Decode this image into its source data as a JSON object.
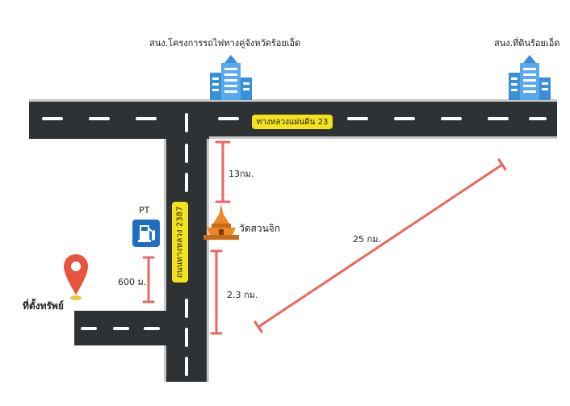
{
  "map": {
    "highway_label": "ทางหลวงแผ่นดิน 23",
    "local_road_label": "ถนนทางหลวง 2387",
    "office_left_label": "สนง.โครงการรถไฟทางคู่จังหวัดร้อยเอ็ด",
    "office_right_label": "สนง.ที่ดินร้อยเอ็ด",
    "gas_station_label": "PT",
    "temple_label": "วัดสวนจิก",
    "property_label": "ที่ตั้งทรัพย์",
    "distance_13": "13กม.",
    "distance_23": "2.3 กม.",
    "distance_600": "600 ม.",
    "distance_25": "25 กม."
  },
  "colors": {
    "road": "#2e3235",
    "label_yellow": "#f4e21c",
    "measure_red": "#e8675f",
    "building_blue": "#3b8fd9",
    "pin_red": "#e8553e",
    "pagoda_orange": "#e88a2a",
    "gas_blue": "#1f6fc0"
  },
  "icons": [
    "building-icon",
    "gas-station-icon",
    "temple-icon",
    "location-pin-icon"
  ]
}
